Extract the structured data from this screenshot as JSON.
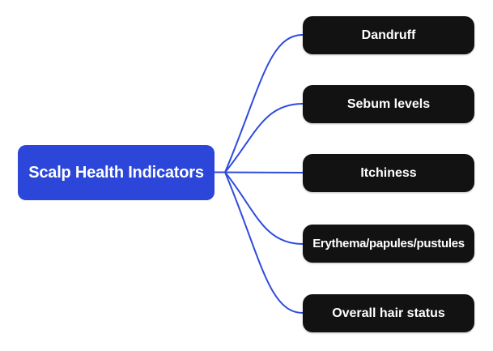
{
  "diagram": {
    "type": "mindmap",
    "root": {
      "label": "Scalp Health Indicators"
    },
    "children": [
      {
        "label": "Dandruff"
      },
      {
        "label": "Sebum levels"
      },
      {
        "label": "Itchiness"
      },
      {
        "label": "Erythema/papules/pustules"
      },
      {
        "label": "Overall hair status"
      }
    ],
    "colors": {
      "background": "#ffffff",
      "root_fill": "#2b46d9",
      "root_text": "#ffffff",
      "child_fill": "#121212",
      "child_text": "#ffffff",
      "connector": "#2f4cdd"
    }
  }
}
